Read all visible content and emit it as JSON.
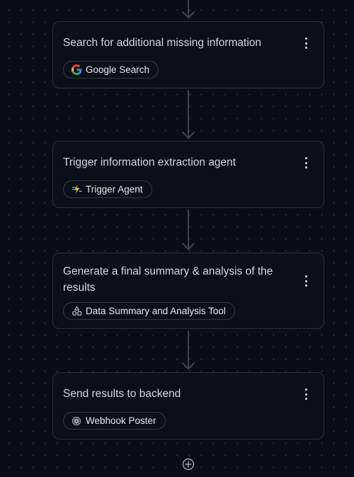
{
  "workflow": {
    "steps": [
      {
        "title": "Search for additional missing information",
        "tool": {
          "label": "Google Search",
          "icon": "google-g-icon"
        }
      },
      {
        "title": "Trigger information extraction agent",
        "tool": {
          "label": "Trigger Agent",
          "icon": "spark-trigger-icon"
        }
      },
      {
        "title": "Generate a final summary & analysis of the results",
        "tool": {
          "label": "Data Summary and Analysis Tool",
          "icon": "shapes-icon"
        }
      },
      {
        "title": "Send results to backend",
        "tool": {
          "label": "Webhook Poster",
          "icon": "webhook-gear-icon"
        }
      }
    ],
    "add_step_icon": "plus-circle-icon"
  },
  "colors": {
    "background": "#080e17",
    "card_background": "#0a1019",
    "card_border": "#262f3b",
    "connector": "#3b4450",
    "text": "#d4d8de"
  }
}
